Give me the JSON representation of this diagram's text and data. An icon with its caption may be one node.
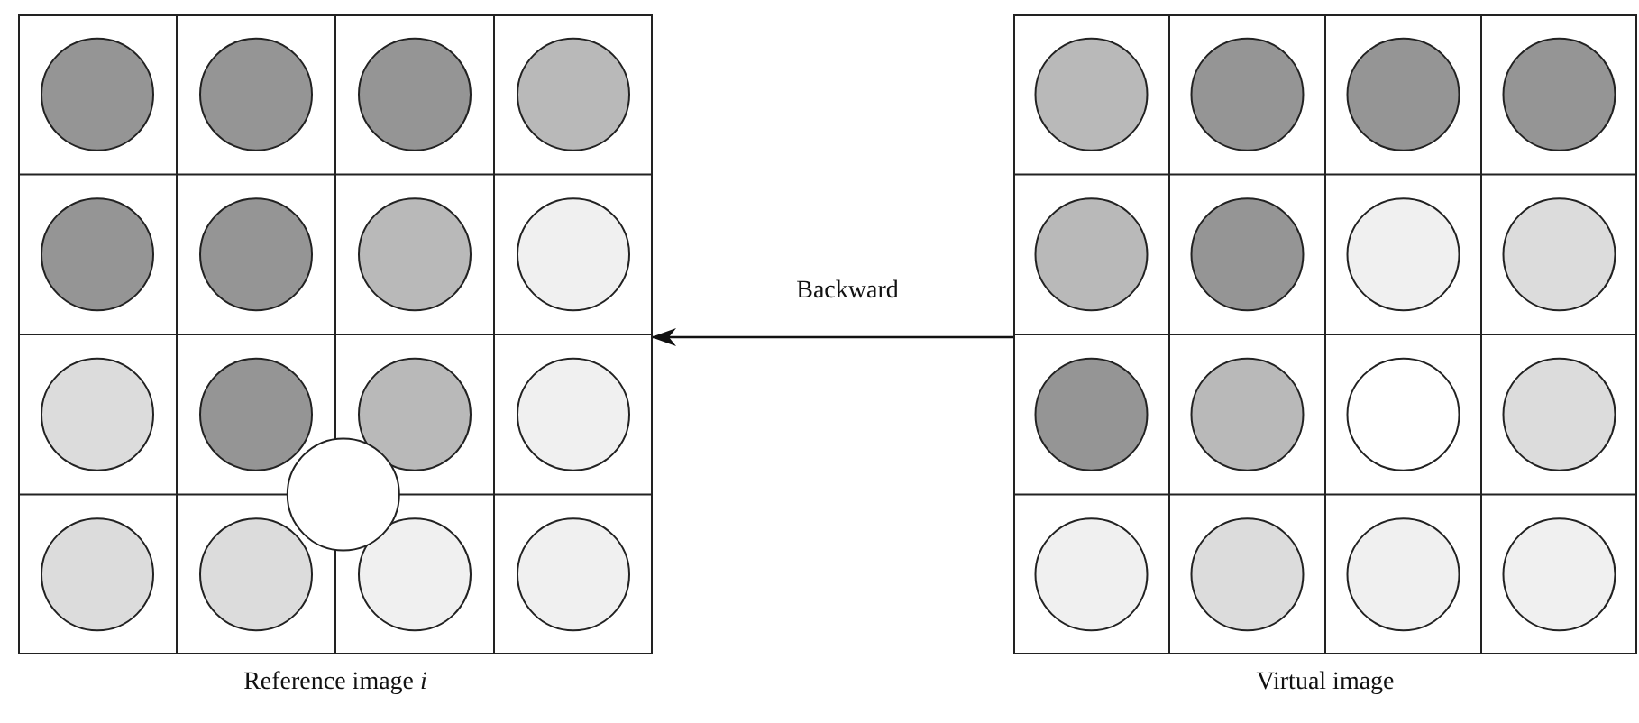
{
  "diagram": {
    "nodes": [
      {
        "text": [
          "Reference image *i*"
        ]
      },
      {
        "text": [
          "Virtual image"
        ]
      }
    ],
    "edges": [
      {
        "from": 1,
        "to": 0,
        "arrow": "to",
        "label": "Backward"
      }
    ]
  }
}
